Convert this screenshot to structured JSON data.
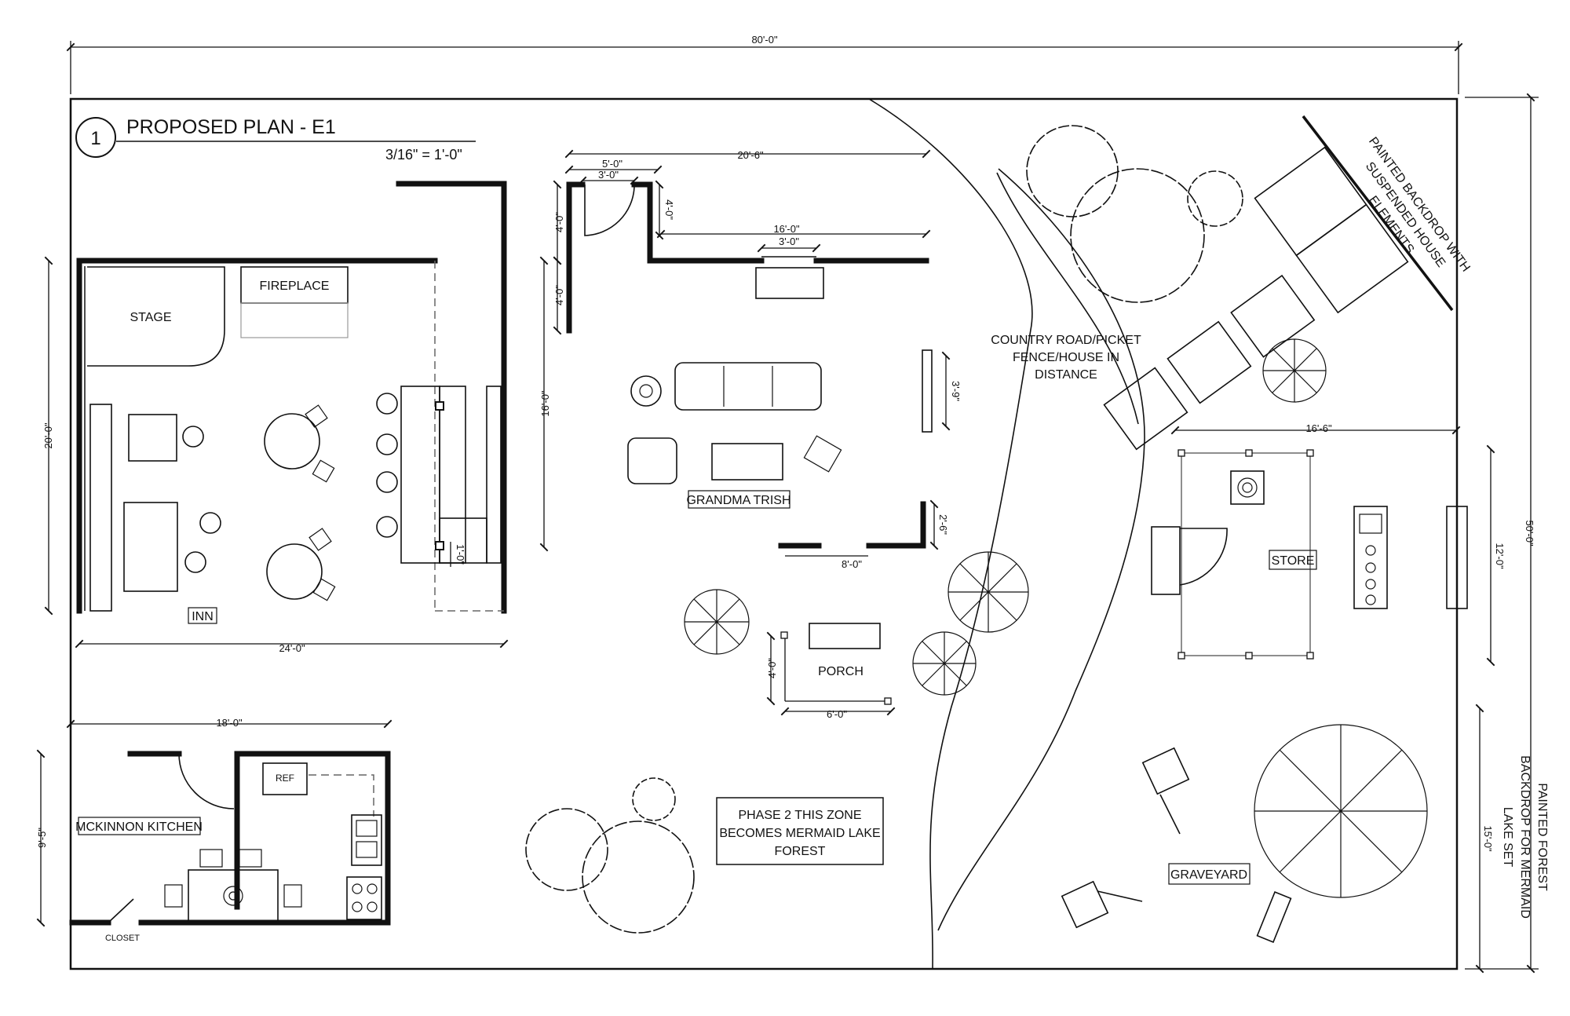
{
  "title": {
    "number": "1",
    "text": "PROPOSED PLAN - E1",
    "scale": "3/16\" = 1'-0\""
  },
  "overall": {
    "width": "80'-0\"",
    "height": "50'-0\""
  },
  "rooms": {
    "inn": "INN",
    "stage": "STAGE",
    "fireplace": "FIREPLACE",
    "grandma": "GRANDMA TRISH",
    "porch": "PORCH",
    "store": "STORE",
    "kitchen": "MCKINNON KITCHEN",
    "ref": "REF",
    "closet": "CLOSET",
    "graveyard": "GRAVEYARD"
  },
  "notes": {
    "road": [
      "COUNTRY ROAD/PICKET",
      "FENCE/HOUSE IN",
      "DISTANCE"
    ],
    "backdrop_top": [
      "PAINTED BACKDROP WITH",
      "SUSPENDED HOUSE",
      "ELEMENTS"
    ],
    "backdrop_right": [
      "PAINTED FOREST",
      "BACKDROP FOR MERMAID",
      "LAKE SET"
    ],
    "phase2": [
      "PHASE 2 THIS ZONE",
      "BECOMES MERMAID LAKE",
      "FOREST"
    ]
  },
  "dimensions": {
    "inn_width": "24'-0\"",
    "inn_height": "20'-0\"",
    "inn_bar": "1'-0\"",
    "house_width": "20'-6\"",
    "house_door_a": "5'-0\"",
    "house_door_b": "3'-0\"",
    "house_inner": "16'-0\"",
    "house_door_c": "3'-0\"",
    "house_wall_a": "4'-0\"",
    "house_wall_b": "4'-0\"",
    "house_side": "4'-0\"",
    "house_depth": "16'-0\"",
    "house_right": "3'-9\"",
    "porch_door": "8'-0\"",
    "porch_step": "2'-6\"",
    "porch_width": "6'-0\"",
    "porch_depth": "4'-0\"",
    "store_width": "16'-6\"",
    "store_height": "12'-0\"",
    "kitchen_width": "18'-0\"",
    "kitchen_height": "9'-5\"",
    "right_backdrop": "15'-0\""
  },
  "colors": {
    "line": "#111111",
    "paper": "#ffffff",
    "dashed": "#666666"
  }
}
